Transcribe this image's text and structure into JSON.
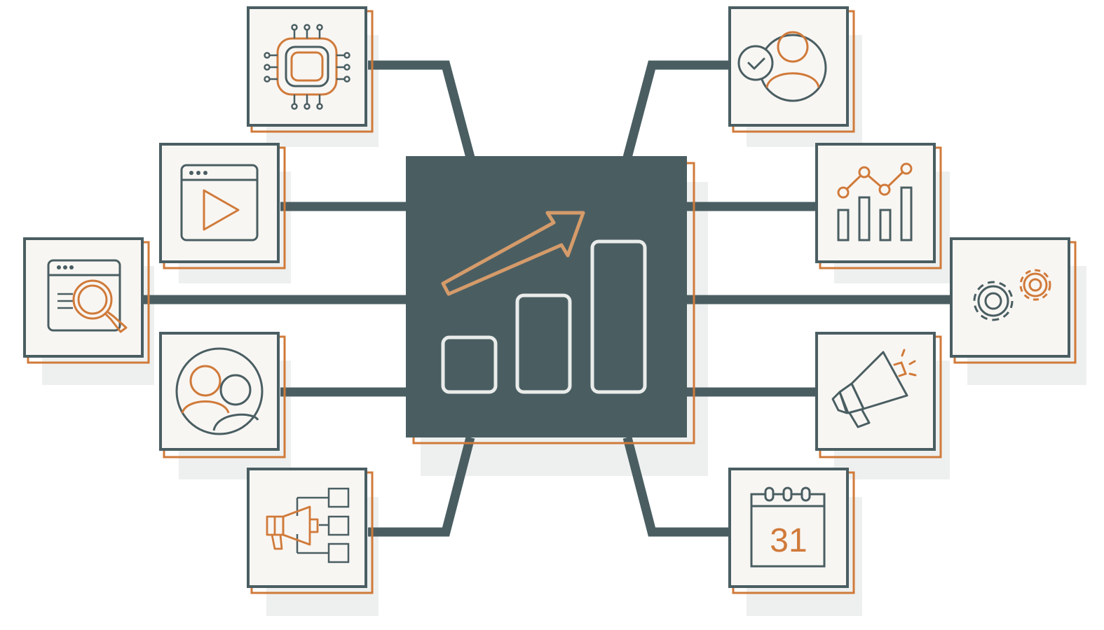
{
  "colors": {
    "dark": "#4a5e62",
    "orange": "#d07a3a",
    "tile_bg": "#f8f6f3",
    "shadow": "#eef0ef",
    "light": "#e9ecea"
  },
  "hub": {
    "icon": "growth-chart-icon"
  },
  "nodes": [
    {
      "id": "chip",
      "icon": "microchip-icon"
    },
    {
      "id": "video",
      "icon": "video-player-icon"
    },
    {
      "id": "search",
      "icon": "web-search-icon"
    },
    {
      "id": "community",
      "icon": "user-group-icon"
    },
    {
      "id": "campaign",
      "icon": "campaign-flow-icon"
    },
    {
      "id": "verified-user",
      "icon": "verified-user-icon"
    },
    {
      "id": "analytics",
      "icon": "analytics-icon"
    },
    {
      "id": "settings",
      "icon": "gears-icon"
    },
    {
      "id": "announce",
      "icon": "megaphone-icon"
    },
    {
      "id": "calendar",
      "icon": "calendar-icon",
      "day": "31"
    }
  ]
}
